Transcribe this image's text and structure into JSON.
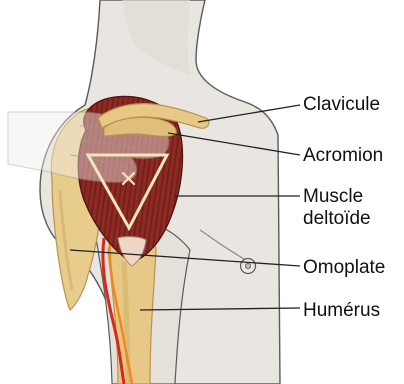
{
  "labels": {
    "clavicule": "Clavicule",
    "acromion": "Acromion",
    "deltoide_line1": "Muscle",
    "deltoide_line2": "deltoïde",
    "omoplate": "Omoplate",
    "humerus": "Humérus"
  },
  "colors": {
    "skin": "#e9e6e1",
    "outline": "#5a5a5a",
    "bone": "#e7c886",
    "bone_dark": "#c9a860",
    "muscle": "#8e2a24",
    "muscle_stripe": "#6f1e1a",
    "artery": "#d8281c",
    "artery_orange": "#f08a1e",
    "leader": "#222222",
    "triangle": "#f2e6b8"
  }
}
